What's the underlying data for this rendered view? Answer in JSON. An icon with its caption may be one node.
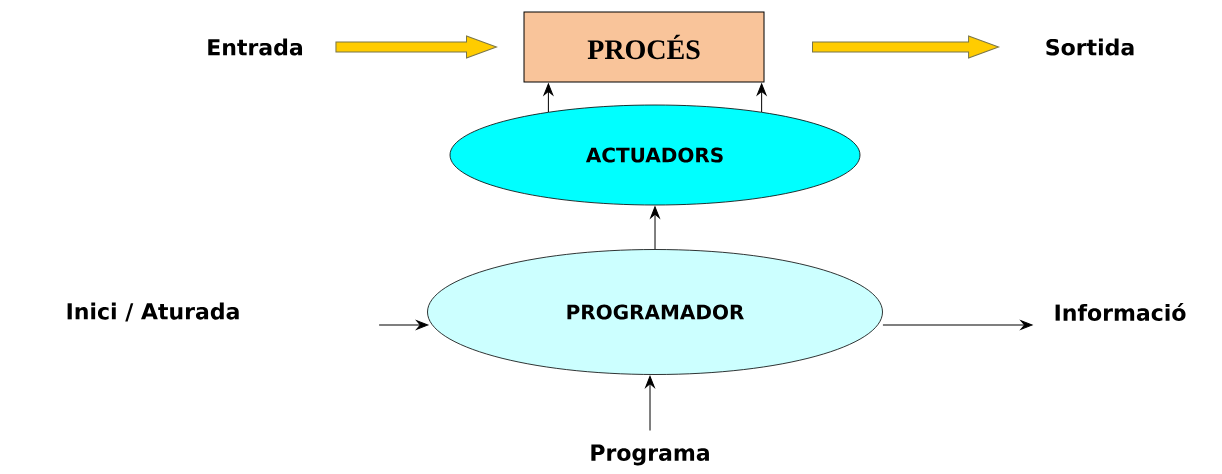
{
  "diagram": {
    "nodes": [
      {
        "text": [
          "Entrada"
        ]
      },
      {
        "text": [
          "PROCÉS"
        ]
      },
      {
        "text": [
          "Sortida"
        ]
      },
      {
        "text": [
          "ACTUADORS"
        ]
      },
      {
        "text": [
          "Inici / Aturada"
        ]
      },
      {
        "text": [
          "PROGRAMADOR"
        ]
      },
      {
        "text": [
          "Informació"
        ]
      },
      {
        "text": [
          "Programa"
        ]
      }
    ],
    "edges": [
      {
        "from": 0,
        "to": 1,
        "arrow": "to",
        "style": "thick",
        "color": "#ffcc00"
      },
      {
        "from": 1,
        "to": 2,
        "arrow": "to",
        "style": "thick",
        "color": "#ffcc00"
      },
      {
        "from": 3,
        "to": 1,
        "arrow": "to"
      },
      {
        "from": 3,
        "to": 1,
        "arrow": "to"
      },
      {
        "from": 5,
        "to": 3,
        "arrow": "to"
      },
      {
        "from": null,
        "to": 5,
        "arrow": "to"
      },
      {
        "from": 5,
        "to": 6,
        "arrow": "to"
      },
      {
        "from": 7,
        "to": 5,
        "arrow": "to"
      }
    ]
  }
}
